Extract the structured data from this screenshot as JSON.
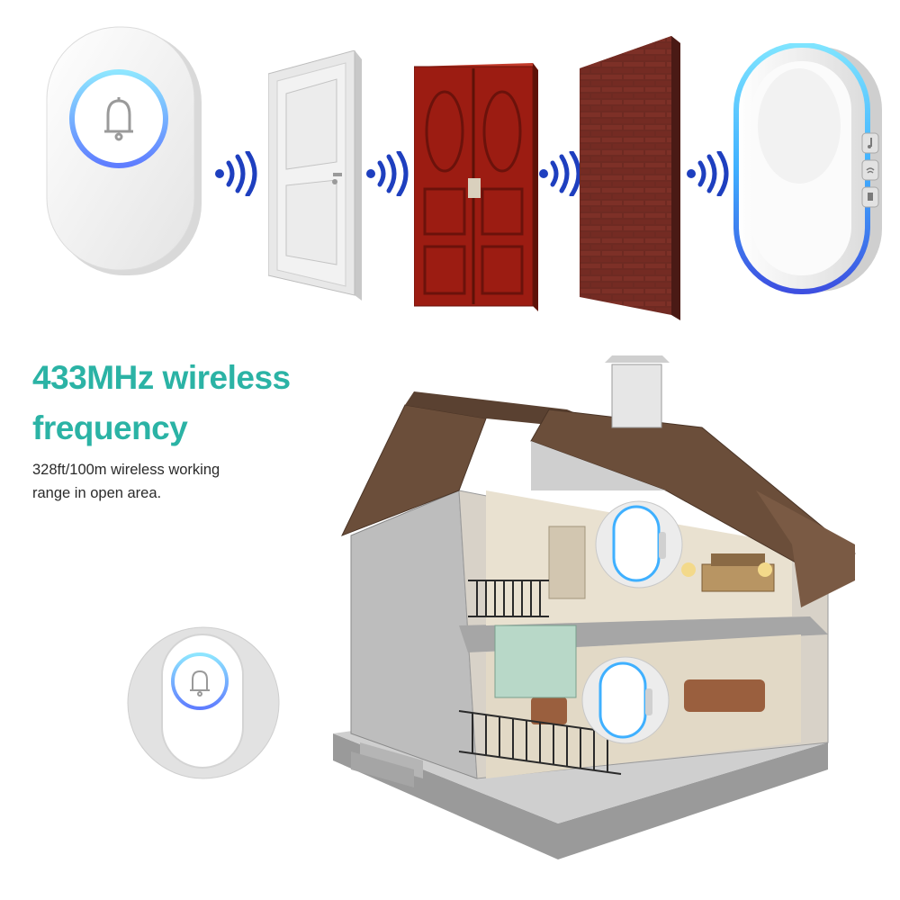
{
  "headline": {
    "line1": "433MHz wireless",
    "line2": "frequency"
  },
  "description": {
    "line1": "328ft/100m wireless working",
    "line2": "range in open area."
  },
  "colors": {
    "accent": "#2bb3a5",
    "signal": "#1e3fbf",
    "glow": "#3fb0ff",
    "door_red": "#9c1c12",
    "brick": "#6e2a22",
    "roof": "#6b4e3a"
  },
  "icons": {
    "transmitter": "bell-icon",
    "signal": "wifi-signal-icon",
    "receiver_buttons": [
      "music-note-icon",
      "volume-icon",
      "bell-mode-icon"
    ]
  }
}
